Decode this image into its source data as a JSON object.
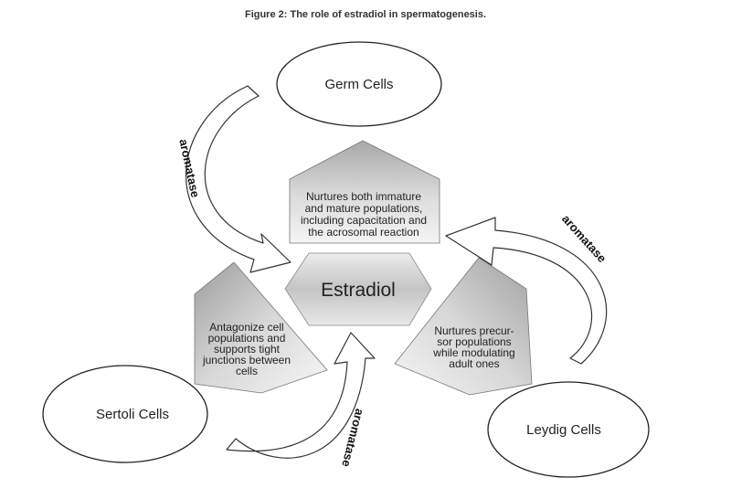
{
  "figure": {
    "title": "Figure 2: The role of estradiol in spermatogenesis."
  },
  "center": {
    "label": "Estradiol"
  },
  "cells": {
    "germ": "Germ Cells",
    "sertoli": "Sertoli Cells",
    "leydig": "Leydig Cells"
  },
  "descriptions": {
    "germ": [
      "Nurtures both immature",
      "and mature populations,",
      "including capacitation and",
      "the acrosomal reaction"
    ],
    "sertoli": [
      "Antagonize cell",
      "populations and",
      "supports tight",
      "junctions between",
      "cells"
    ],
    "leydig": [
      "Nurtures precur-",
      "sor populations",
      "while modulating",
      "adult ones"
    ]
  },
  "enzymes": {
    "left": "aromatase",
    "right": "aromatase",
    "bottom": "aromatase"
  }
}
